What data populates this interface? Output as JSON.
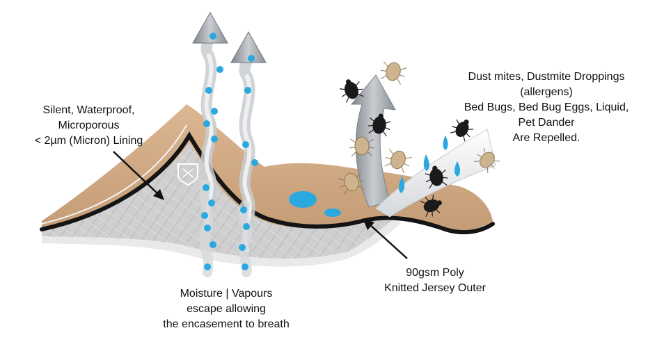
{
  "colors": {
    "fabric_tan": "#cfa883",
    "fabric_tan_dark": "#b48a66",
    "lining_grey": "#c9c9c9",
    "membrane_black": "#141414",
    "droplet_blue": "#2aa8e0",
    "arrow_grey": "#9ea3a8",
    "bug_dark": "#1a1a1a",
    "mite_tan": "#cdb48e"
  },
  "labels": {
    "lining": [
      "Silent, Waterproof,",
      "Microporous",
      "< 2µm (Micron) Lining"
    ],
    "pests": [
      "Dust mites,  Dustmite  Droppings",
      "(allergens)",
      "Bed Bugs, Bed Bug Eggs, Liquid,",
      "Pet Dander",
      "Are Repelled."
    ],
    "outer": [
      "90gsm Poly",
      "Knitted Jersey Outer"
    ],
    "moisture": [
      "Moisture | Vapours",
      "escape allowing",
      "the encasement to breath"
    ]
  },
  "icons": {
    "lining_badge": "shield-logo-icon",
    "vapour": "water-droplet-icon",
    "bed_bug": "bed-bug-icon",
    "dust_mite": "dust-mite-icon"
  }
}
